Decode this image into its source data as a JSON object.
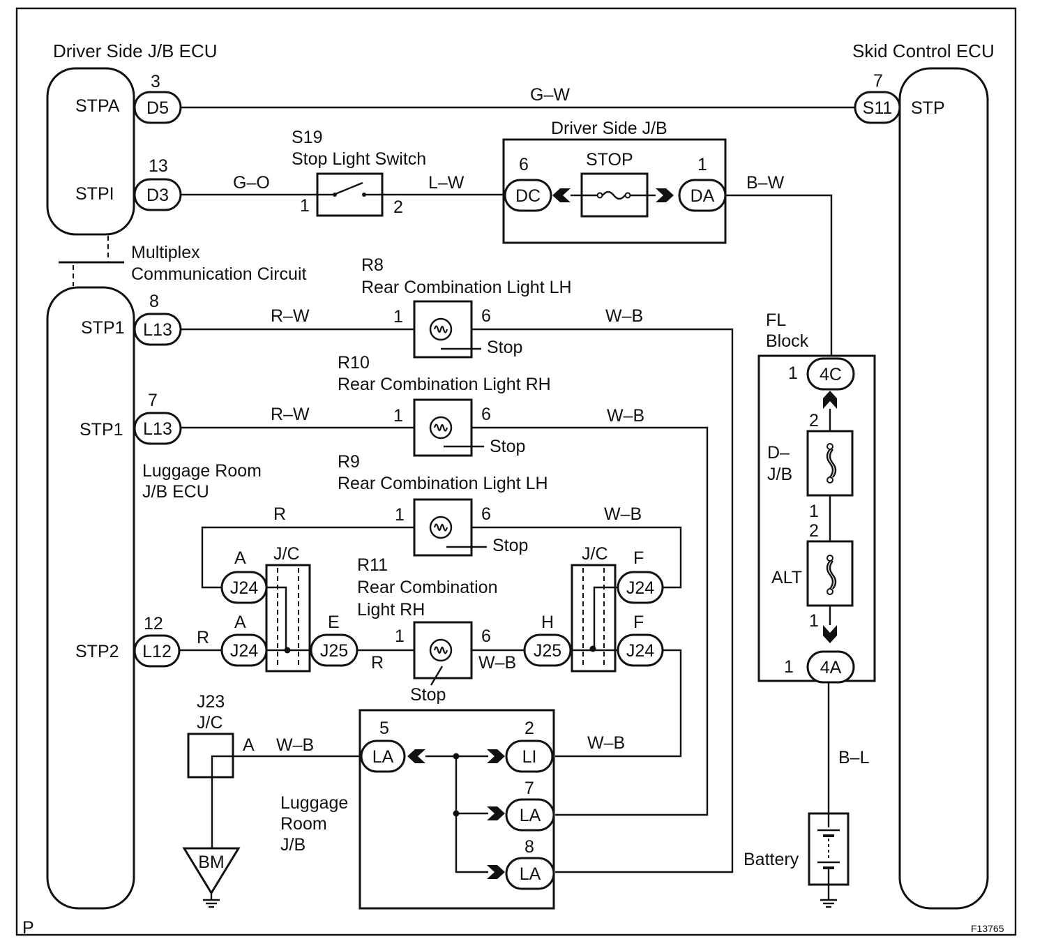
{
  "figure_code": "F13765",
  "page_mark": "P",
  "colors": {
    "ink": "#111111",
    "paper": "#ffffff"
  },
  "icons": {
    "stop_light_switch": "switch-icon",
    "fuse": "fuse-icon",
    "fusible_link": "fusible-link-icon",
    "bulb": "bulb-icon",
    "ground": "ground-icon",
    "battery": "battery-icon",
    "connector_arrow": "connector-arrow-icon"
  },
  "ecus": {
    "driver_jb_ecu": {
      "title": "Driver Side J/B ECU",
      "terminals": [
        {
          "name": "STPA",
          "pin": "3",
          "connector": "D5"
        },
        {
          "name": "STPI",
          "pin": "13",
          "connector": "D3"
        }
      ]
    },
    "multiplex": {
      "line1": "Multiplex",
      "line2": "Communication Circuit"
    },
    "luggage_jb_ecu": {
      "title_line1": "Luggage Room",
      "title_line2": "J/B ECU",
      "terminals": [
        {
          "name": "STP1",
          "pin": "8",
          "connector": "L13"
        },
        {
          "name": "STP1",
          "pin": "7",
          "connector": "L13"
        },
        {
          "name": "STP2",
          "pin": "12",
          "connector": "L12"
        }
      ]
    },
    "skid_control_ecu": {
      "title": "Skid Control ECU",
      "terminal": {
        "name": "STP",
        "pin": "7",
        "connector": "S11"
      }
    }
  },
  "stop_light_switch": {
    "id": "S19",
    "name": "Stop Light Switch",
    "pin_in": "1",
    "pin_out": "2"
  },
  "driver_jb": {
    "title": "Driver Side J/B",
    "fuse": "STOP",
    "left_pin": "6",
    "left_connector": "DC",
    "right_pin": "1",
    "right_connector": "DA"
  },
  "lamps": [
    {
      "id": "R8",
      "name": "Rear Combination Light LH",
      "pin_in": "1",
      "pin_out": "6",
      "bulb_label": "Stop"
    },
    {
      "id": "R10",
      "name": "Rear Combination Light RH",
      "pin_in": "1",
      "pin_out": "6",
      "bulb_label": "Stop"
    },
    {
      "id": "R9",
      "name": "Rear Combination Light LH",
      "pin_in": "1",
      "pin_out": "6",
      "bulb_label": "Stop"
    },
    {
      "id": "R11",
      "name_line1": "Rear Combination",
      "name_line2": "Light RH",
      "pin_in": "1",
      "pin_out": "6",
      "bulb_label": "Stop"
    }
  ],
  "junctions": {
    "jc_left": {
      "label": "J/C",
      "top": {
        "pin": "A",
        "connector": "J24"
      },
      "bottom": {
        "pin": "A",
        "connector": "J24"
      },
      "out": {
        "pin": "E",
        "connector": "J25"
      }
    },
    "jc_right": {
      "label": "J/C",
      "top": {
        "pin": "F",
        "connector": "J24"
      },
      "bottom": {
        "pin": "F",
        "connector": "J24"
      },
      "in": {
        "pin": "H",
        "connector": "J25"
      }
    },
    "j23": {
      "id": "J23",
      "label": "J/C",
      "pin": "A",
      "ground": "BM"
    }
  },
  "luggage_jb": {
    "title_line1": "Luggage",
    "title_line2": "Room",
    "title_line3": "J/B",
    "terminals": [
      {
        "pin": "5",
        "connector": "LA"
      },
      {
        "pin": "2",
        "connector": "LI"
      },
      {
        "pin": "7",
        "connector": "LA"
      },
      {
        "pin": "8",
        "connector": "LA"
      }
    ]
  },
  "fl_block": {
    "title_line1": "FL",
    "title_line2": "Block",
    "top": {
      "pin": "1",
      "connector": "4C"
    },
    "bottom": {
      "pin": "1",
      "connector": "4A"
    },
    "links": [
      {
        "label_line1": "D–",
        "label_line2": "J/B",
        "pin_top": "2",
        "pin_bottom": "1"
      },
      {
        "label": "ALT",
        "pin_top": "2",
        "pin_bottom": "1"
      }
    ]
  },
  "battery": {
    "label": "Battery"
  },
  "wires": {
    "stpa_to_skid": "G–W",
    "stpi_to_switch": "G–O",
    "switch_to_jb": "L–W",
    "jb_to_fl": "B–W",
    "stp1_r8": "R–W",
    "r8_out": "W–B",
    "stp1_r10": "R–W",
    "r10_out": "W–B",
    "r9_in": "R",
    "r9_out": "W–B",
    "stp2_to_jc": "R",
    "jc_to_r11": "R",
    "r11_out": "W–B",
    "j23_to_ljb": "W–B",
    "li_out": "W–B",
    "fl_to_battery": "B–L"
  }
}
